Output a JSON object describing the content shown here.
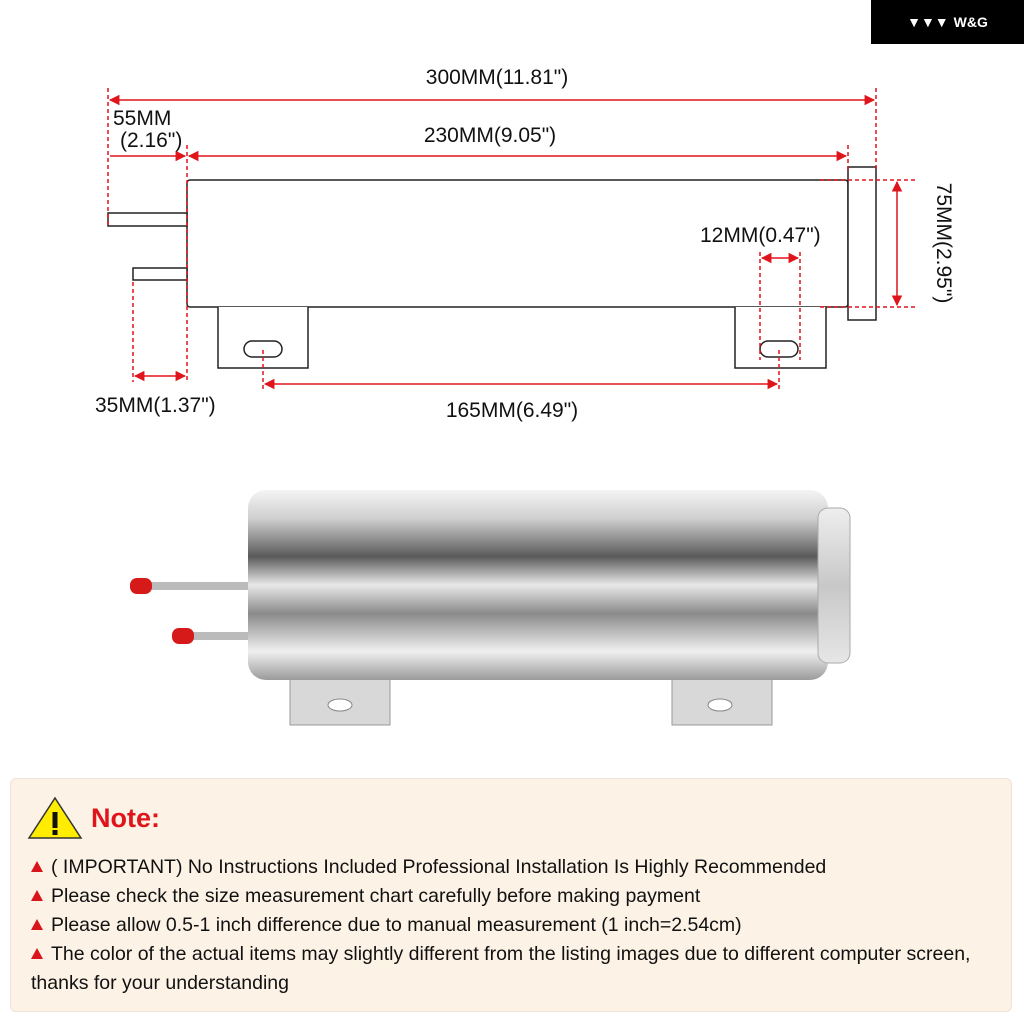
{
  "brand": {
    "logo_text": "W&G"
  },
  "dimensions": {
    "overall_length": "300MM(11.81\")",
    "inlet_offset_mm": "55MM",
    "inlet_offset_in": "(2.16\")",
    "body_length": "230MM(9.05\")",
    "slot_width": "12MM(0.47\")",
    "diameter": "75MM(2.95\")",
    "pipe_spacing": "35MM(1.37\")",
    "mount_spacing": "165MM(6.49\")"
  },
  "note": {
    "title": "Note:",
    "items": [
      "( IMPORTANT) No Instructions Included Professional Installation Is Highly Recommended",
      "Please check the size measurement chart carefully before making payment",
      "Please allow 0.5-1 inch difference due to manual measurement (1 inch=2.54cm)",
      "The color of the actual items may slightly different from the listing images due to different computer screen, thanks for your understanding"
    ]
  },
  "colors": {
    "dimension_red": "#e0141b",
    "note_bg": "#fcf2e6"
  }
}
